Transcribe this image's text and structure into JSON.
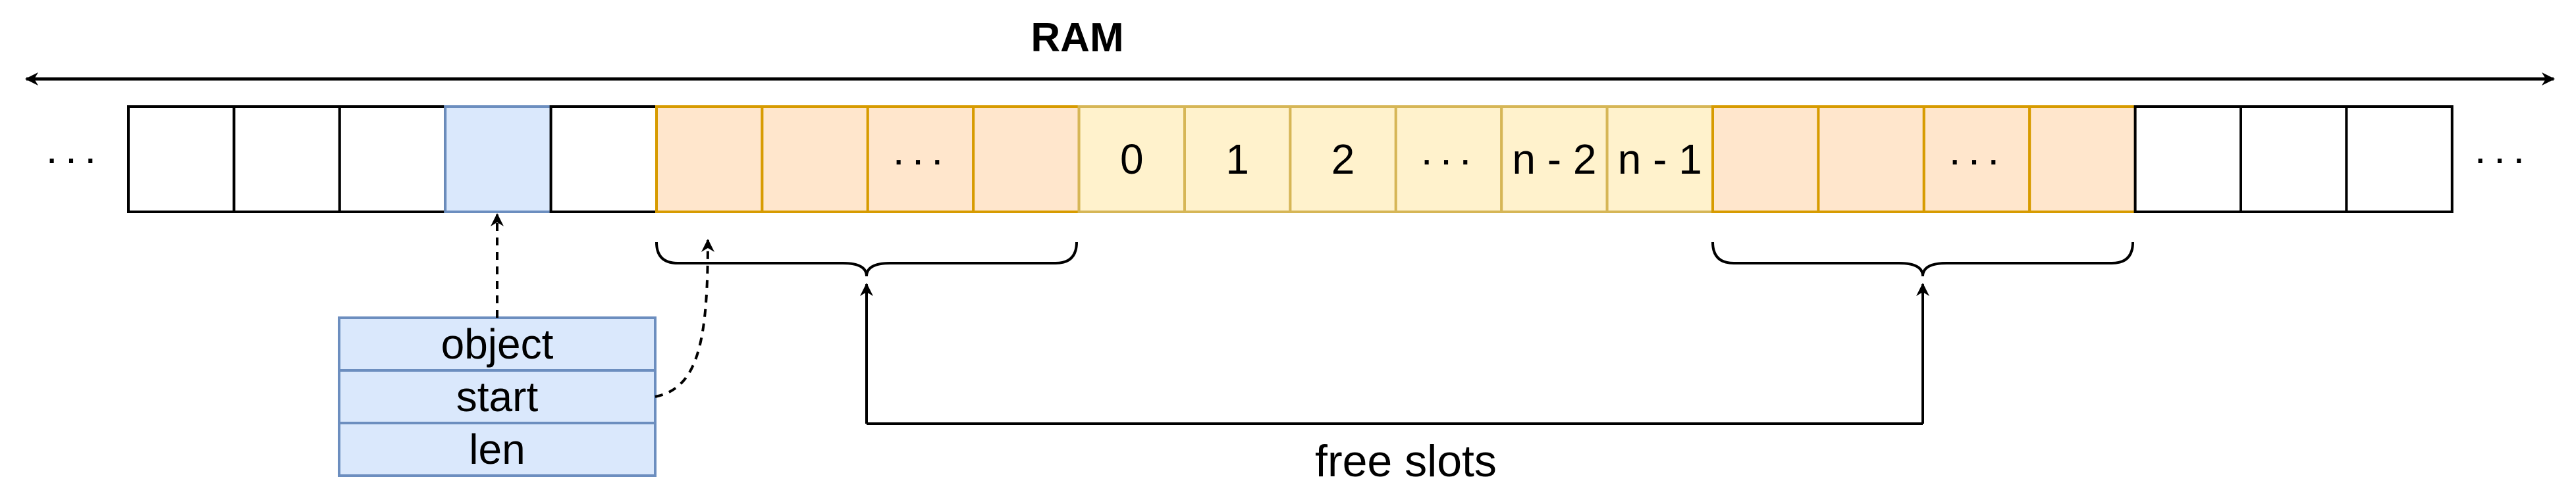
{
  "title": "RAM",
  "colors": {
    "plain_fill": "#ffffff",
    "plain_stroke": "#000000",
    "object_fill": "#dae8fc",
    "object_stroke": "#6c8ebf",
    "free_fill": "#ffe6cc",
    "free_stroke": "#d79b00",
    "used_fill": "#fff2cc",
    "used_stroke": "#d6b656"
  },
  "memory": {
    "left_ellipsis": "···",
    "right_ellipsis": "···",
    "cells": [
      {
        "kind": "plain",
        "label": ""
      },
      {
        "kind": "plain",
        "label": ""
      },
      {
        "kind": "plain",
        "label": ""
      },
      {
        "kind": "object",
        "label": ""
      },
      {
        "kind": "plain",
        "label": ""
      },
      {
        "kind": "free",
        "label": ""
      },
      {
        "kind": "free",
        "label": ""
      },
      {
        "kind": "free",
        "label": "···"
      },
      {
        "kind": "free",
        "label": ""
      },
      {
        "kind": "used",
        "label": "0"
      },
      {
        "kind": "used",
        "label": "1"
      },
      {
        "kind": "used",
        "label": "2"
      },
      {
        "kind": "used",
        "label": "···"
      },
      {
        "kind": "used",
        "label": "n - 2"
      },
      {
        "kind": "used",
        "label": "n - 1"
      },
      {
        "kind": "free",
        "label": ""
      },
      {
        "kind": "free",
        "label": ""
      },
      {
        "kind": "free",
        "label": "···"
      },
      {
        "kind": "free",
        "label": ""
      },
      {
        "kind": "plain",
        "label": ""
      },
      {
        "kind": "plain",
        "label": ""
      },
      {
        "kind": "plain",
        "label": ""
      }
    ]
  },
  "struct": {
    "fields": [
      "object",
      "start",
      "len"
    ]
  },
  "caption": "free slots"
}
